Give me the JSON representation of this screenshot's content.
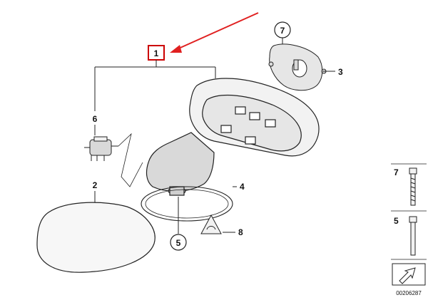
{
  "diagram": {
    "image_code": "00206287",
    "callouts": {
      "main_assembly": "1",
      "mirror_cap": "2",
      "mirror_glass_carrier": "3",
      "seal": "4",
      "screw_bottom": "5",
      "connector": "6",
      "motor_drive": "7",
      "warning_label": "8"
    },
    "side_panel": {
      "item_top": "7",
      "item_bottom": "5"
    },
    "colors": {
      "highlight_box": "#cc0000",
      "arrow": "#e02020",
      "line": "#222222",
      "fill_light": "#f2f2f2",
      "fill_shade": "#d9d9d9"
    }
  }
}
